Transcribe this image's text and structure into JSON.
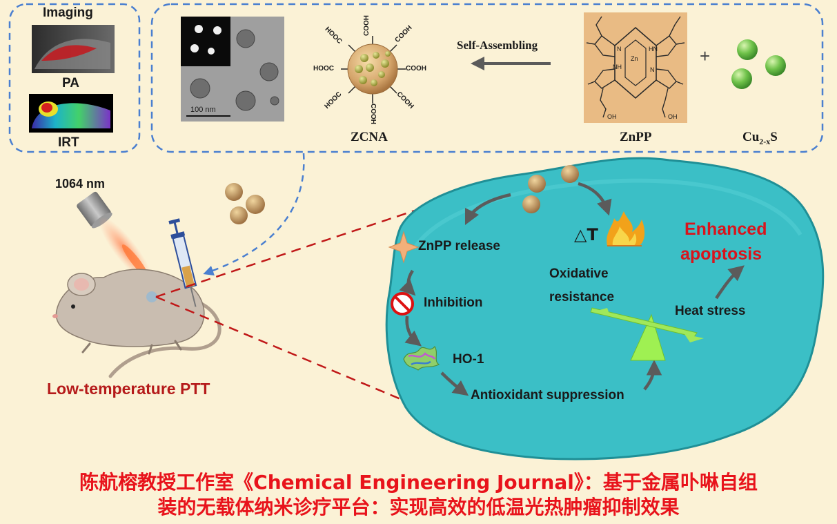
{
  "imaging_panel": {
    "title": "Imaging",
    "pa_label": "PA",
    "irt_label": "IRT"
  },
  "synthesis": {
    "scale_bar": "100 nm",
    "zcna_label": "ZCNA",
    "cooh": "COOH",
    "hooc": "HOOC",
    "arrow_label": "Self-Assembling",
    "znpp_label": "ZnPP",
    "plus": "+",
    "cu_label_main": "Cu",
    "cu_label_sub": "2-x",
    "cu_label_end": "S",
    "porphyrin": {
      "zn": "Zn",
      "nh1": "NH",
      "nh2": "HN",
      "n1": "N",
      "n2": "N",
      "oh1": "OH",
      "oh2": "OH"
    }
  },
  "laser_label": "1064 nm",
  "mouse_caption": "Low-temperature PTT",
  "tumor": {
    "znpp_release": "ZnPP release",
    "inhibition": "Inhibition",
    "ho1": "HO-1",
    "antioxidant": "Antioxidant suppression",
    "delta_t": "△T",
    "oxidative_1": "Oxidative",
    "oxidative_2": "resistance",
    "heat_stress": "Heat stress",
    "enhanced_1": "Enhanced",
    "enhanced_2": "apoptosis"
  },
  "caption": {
    "line1": "陈航榕教授工作室《Chemical Engineering Journal》：基于金属卟啉自组",
    "line2": "装的无载体纳米诊疗平台：实现高效的低温光热肿瘤抑制效果"
  },
  "colors": {
    "tumor": "#3bbfc6",
    "caption_red": "#e8131b",
    "enhanced_red": "#d9141c",
    "dash_blue": "#4a7fd0",
    "dash_red": "#c01818"
  }
}
